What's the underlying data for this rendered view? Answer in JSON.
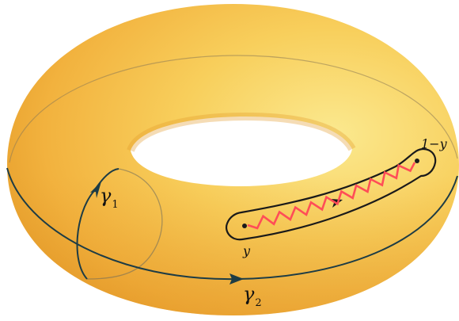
{
  "labels": {
    "gamma1": {
      "symbol": "γ",
      "index": "1"
    },
    "gamma2": {
      "symbol": "γ",
      "index": "2"
    },
    "point_y": "y",
    "point_one_minus_y": "1−y"
  },
  "colors": {
    "torus_light": "#f9e58a",
    "torus_mid": "#f7c24b",
    "torus_dark": "#e9a330",
    "hole_shadow": "#d99022",
    "cycle_stroke": "#1d3c45",
    "branch_cut": "#ff4d57",
    "contour": "#1a1a1a"
  }
}
